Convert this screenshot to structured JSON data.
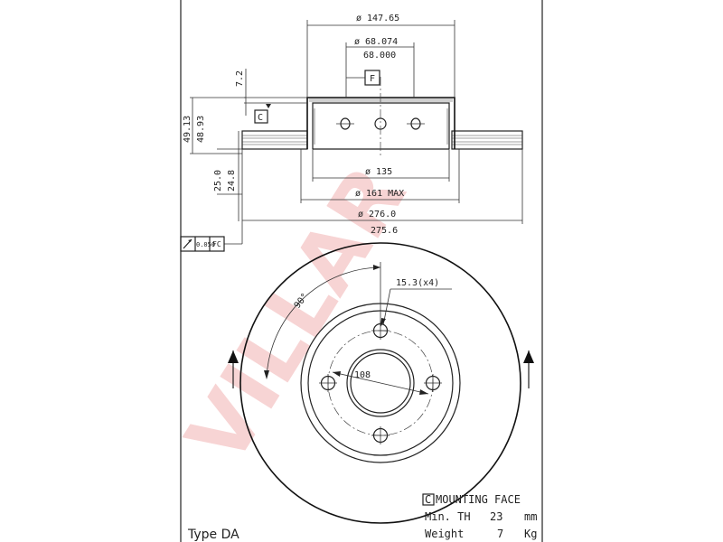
{
  "watermark": {
    "text": "VILLAR",
    "color": "#f0a0a0"
  },
  "dimensions": {
    "top_outer_diameter": "ø 147.65",
    "bore_diameter": "ø 68.074",
    "bore_diameter_lower": "68.000",
    "datum_f": "F",
    "hub_height": "7.2",
    "datum_c": "C",
    "overall_height_max": "49.13",
    "overall_height_min": "48.93",
    "thickness_max": "25.0",
    "thickness_min": "24.8",
    "hat_diameter": "ø 135",
    "hat_max_diameter": "ø 161 MAX",
    "disc_diameter_max": "ø 276.0",
    "disc_diameter_min": "275.6",
    "runout_value": "0.050",
    "runout_ref": "FC"
  },
  "front_view": {
    "hole_callout": "15.3(x4)",
    "angle": "90°",
    "pcd": "108"
  },
  "legend": {
    "mounting_face_key": "C",
    "mounting_face_text": "MOUNTING FACE",
    "min_th_label": "Min. TH",
    "min_th_value": "23",
    "min_th_unit": "mm",
    "weight_label": "Weight",
    "weight_value": "7",
    "weight_unit": "Kg"
  },
  "type_label": "Type DA"
}
